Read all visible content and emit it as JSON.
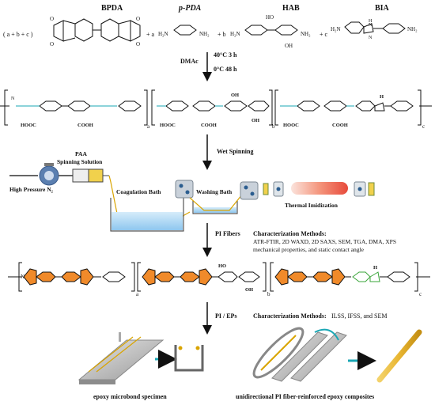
{
  "monomers": {
    "bpda": {
      "name": "BPDA",
      "color": "#111111"
    },
    "ppda": {
      "name": "p-PDA",
      "color": "#e0201b"
    },
    "hab": {
      "name": "HAB",
      "color": "#2f7fc7"
    },
    "bia": {
      "name": "BIA",
      "color": "#3aa53a"
    }
  },
  "reactant_line": {
    "prefix": "( a + b + c )",
    "plus_a": "+ a",
    "plus_b": "+ b",
    "plus_c": "+ c",
    "nh2_left": "H₂N",
    "nh2_right": "NH₂",
    "ho": "HO",
    "oh": "OH"
  },
  "step1": {
    "solvent": "DMAc",
    "cond1": "40°C   3 h",
    "cond2": "0°C   48 h"
  },
  "paa": {
    "cooh": "COOH",
    "hooc": "HOOC",
    "oh": "OH",
    "h": "H",
    "n": "N",
    "sub_a": "a",
    "sub_b": "b",
    "sub_c": "c"
  },
  "wet_spinning": {
    "step_label": "Wet Spinning",
    "paa_label_1": "PAA",
    "paa_label_2": "Spinning Solution",
    "pressure": "High Pressure N₂",
    "coag": "Coagulation Bath",
    "wash": "Washing Bath",
    "imid": "Thermal Imidization"
  },
  "pi_fibers": {
    "label": "PI Fibers",
    "methods_title": "Characterization Methods:",
    "methods_line1": "ATR-FTIR, 2D WAXD, 2D SAXS, SEM, TGA, DMA, XPS",
    "methods_line2": "mechanical properties, and static contact angle"
  },
  "pi_eps": {
    "label": "PI / EPs",
    "methods_title": "Characterization Methods:",
    "methods_rest": "ILSS, IFSS, and SEM"
  },
  "captions": {
    "left": "epoxy microbond specimen",
    "right": "unidirectional PI fiber-reinforced epoxy composites"
  },
  "colors": {
    "orange": "#f08a2a",
    "teal": "#1aa7b5",
    "blue": "#2f7fc7",
    "green": "#3aa53a",
    "red": "#e0201b",
    "pi_label": "#f08a2a"
  }
}
